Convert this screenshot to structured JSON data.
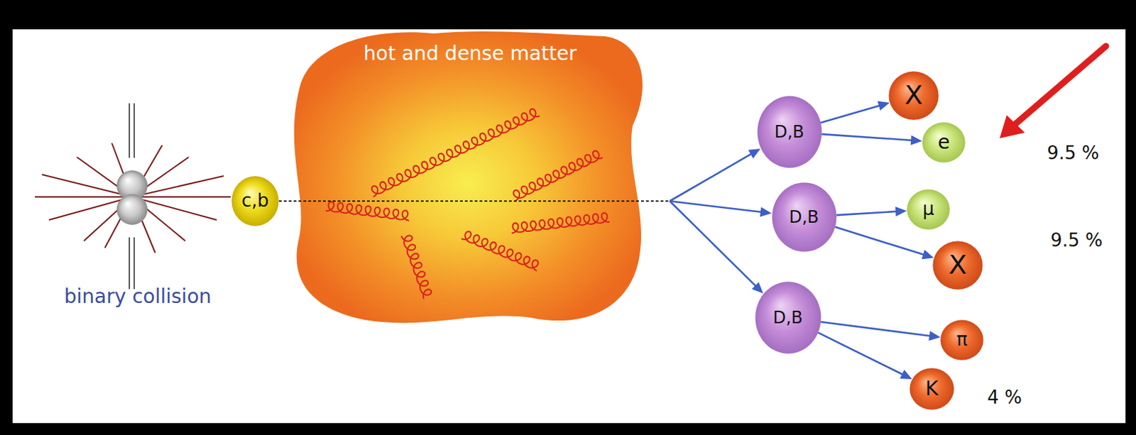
{
  "diagram": {
    "nodes": [
      {
        "text": [
          "c,b"
        ]
      },
      {
        "text": [
          "hot and dense matter"
        ]
      },
      {
        "text": [
          "D,B"
        ]
      },
      {
        "text": [
          "X"
        ]
      },
      {
        "text": [
          "e"
        ]
      },
      {
        "text": [
          "D,B"
        ]
      },
      {
        "text": [
          "μ"
        ]
      },
      {
        "text": [
          "X"
        ]
      },
      {
        "text": [
          "D,B"
        ]
      },
      {
        "text": [
          "π"
        ]
      },
      {
        "text": [
          "K"
        ]
      }
    ],
    "edges": [
      {
        "from": 0,
        "to": 2,
        "arrow": "to"
      },
      {
        "from": 0,
        "to": 5,
        "arrow": "to"
      },
      {
        "from": 0,
        "to": 8,
        "arrow": "to"
      },
      {
        "from": 2,
        "to": 3,
        "arrow": "to"
      },
      {
        "from": 2,
        "to": 4,
        "arrow": "to"
      },
      {
        "from": 5,
        "to": 6,
        "arrow": "to"
      },
      {
        "from": 5,
        "to": 7,
        "arrow": "to"
      },
      {
        "from": 8,
        "to": 9,
        "arrow": "to"
      },
      {
        "from": 8,
        "to": 10,
        "arrow": "to"
      }
    ],
    "labels": [
      "binary collision",
      "9.5 %",
      "9.5 %",
      "4 %"
    ]
  }
}
